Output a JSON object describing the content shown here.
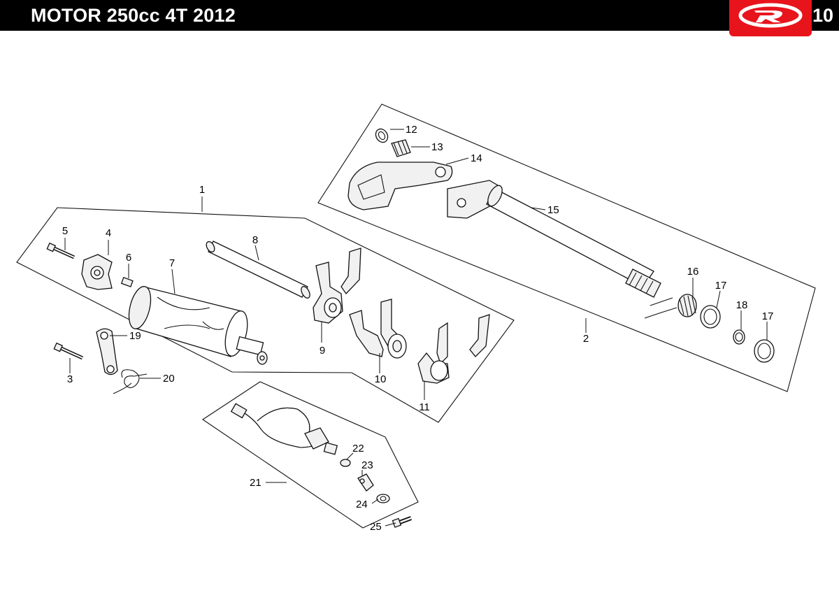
{
  "header": {
    "title": "MOTOR 250cc 4T  2012",
    "page_number": "10",
    "logo": {
      "icon": "brand-logo-icon",
      "color": "#e8141c"
    }
  },
  "diagram": {
    "callouts": [
      "1",
      "2",
      "3",
      "4",
      "5",
      "6",
      "7",
      "8",
      "9",
      "10",
      "11",
      "12",
      "13",
      "14",
      "15",
      "16",
      "17",
      "17",
      "18",
      "19",
      "20",
      "21",
      "22",
      "23",
      "24",
      "25"
    ]
  }
}
